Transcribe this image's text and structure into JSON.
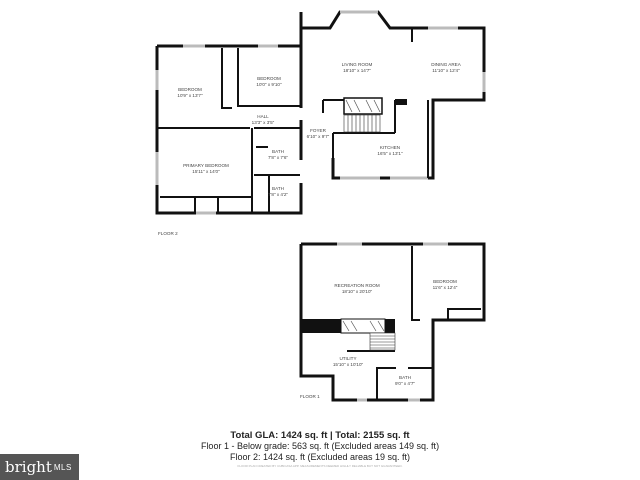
{
  "floor2": {
    "label": "FLOOR 2",
    "rooms": [
      {
        "name": "BEDROOM",
        "dims": "10'9\" x 13'7\""
      },
      {
        "name": "BEDROOM",
        "dims": "10'0\" x 9'10\""
      },
      {
        "name": "HALL",
        "dims": "13'3\" x 3'5\""
      },
      {
        "name": "PRIMARY BEDROOM",
        "dims": "15'11\" x 14'0\""
      },
      {
        "name": "BATH",
        "dims": "7'8\" x 7'6\""
      },
      {
        "name": "BATH",
        "dims": "7'8\" x 4'2\""
      },
      {
        "name": "LIVING ROOM",
        "dims": "18'10\" x 14'7\""
      },
      {
        "name": "DINING AREA",
        "dims": "11'10\" x 12'4\""
      },
      {
        "name": "FOYER",
        "dims": "6'10\" x 9'7\""
      },
      {
        "name": "KITCHEN",
        "dims": "16'5\" x 13'1\""
      }
    ]
  },
  "floor1": {
    "label": "FLOOR 1",
    "rooms": [
      {
        "name": "RECREATION ROOM",
        "dims": "18'10\" x 20'10\""
      },
      {
        "name": "BEDROOM",
        "dims": "11'6\" x 12'4\""
      },
      {
        "name": "UTILITY",
        "dims": "15'10\" x 10'10\""
      },
      {
        "name": "BATH",
        "dims": "9'0\" x 4'7\""
      }
    ]
  },
  "summary": {
    "total": "Total GLA: 1424 sq. ft | Total: 2155 sq. ft",
    "floor1": "Floor 1 - Below grade: 563 sq. ft (Excluded areas 149 sq. ft)",
    "floor2": "Floor 2: 1424 sq. ft (Excluded areas 19 sq. ft)",
    "disclaimer": "FLOOR PLAN CREATED BY CUBICASA APP. MEASUREMENTS DEEMED HIGHLY RELIABLE BUT NOT GUARANTEED."
  },
  "logo": {
    "brand": "bright",
    "suffix": "MLS"
  }
}
